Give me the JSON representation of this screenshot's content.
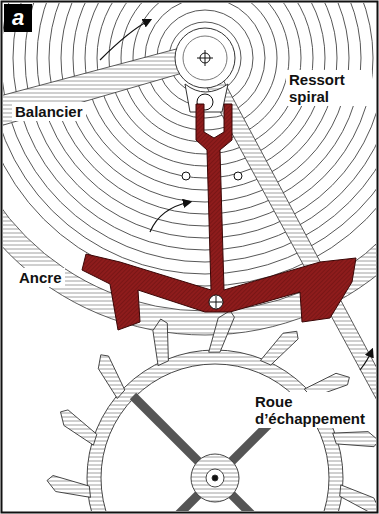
{
  "diagram": {
    "labels": [
      "a",
      "Balancier",
      "Ressort spiral",
      "Ancre",
      "Roue d’échappement"
    ]
  }
}
